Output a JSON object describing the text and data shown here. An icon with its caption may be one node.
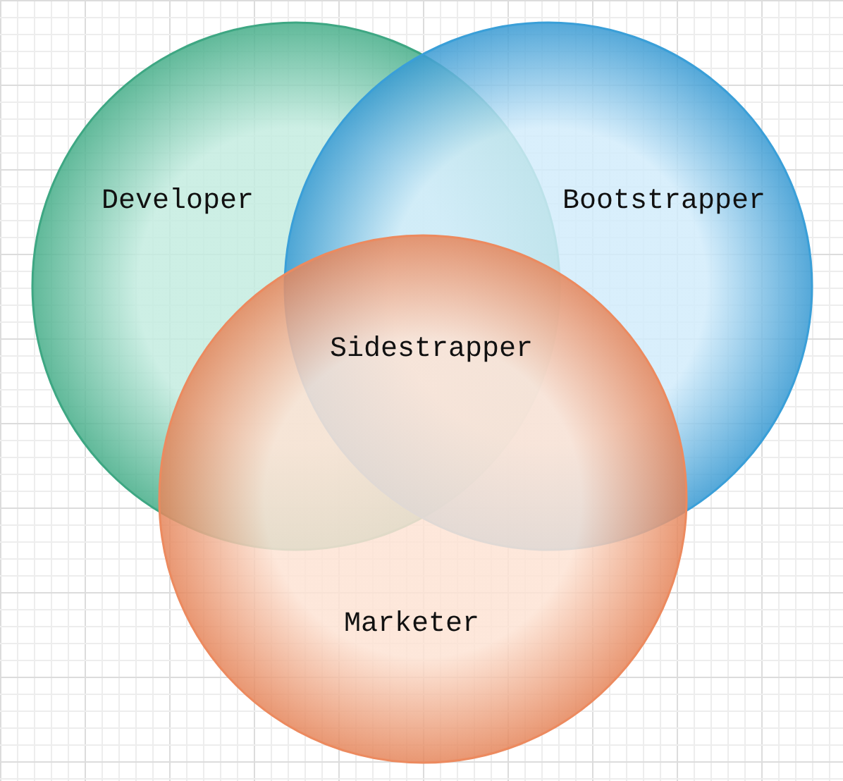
{
  "diagram": {
    "nodes": [
      {
        "text": [
          "Developer"
        ]
      },
      {
        "text": [
          "Bootstrapper"
        ]
      },
      {
        "text": [
          "Marketer"
        ]
      }
    ],
    "labels": [
      "Sidestrapper"
    ]
  }
}
